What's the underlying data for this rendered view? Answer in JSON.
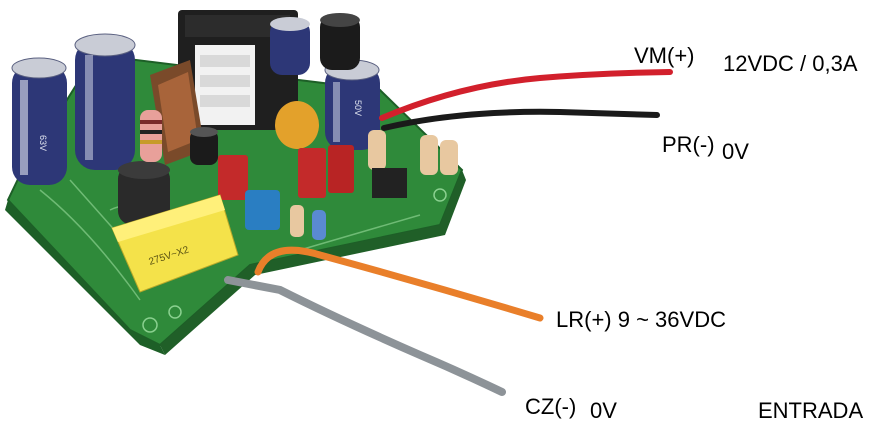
{
  "labels": {
    "vm_plus": "VM(+)",
    "output_spec": "12VDC / 0,3A",
    "pr_minus": "PR(-)",
    "output_zero": "0V",
    "lr_plus": "LR(+) 9 ~ 36VDC",
    "cz_minus": "CZ(-)",
    "input_zero": "0V",
    "entrada": "ENTRADA"
  },
  "component_markings": {
    "capacitor_left": "63V",
    "capacitor_mid": "50V",
    "x_capacitor": "275V~X2"
  },
  "colors": {
    "pcb": "#2f8a3a",
    "wire_red": "#d2202c",
    "wire_black": "#1a1a1a",
    "wire_orange": "#e97f2a",
    "wire_gray": "#8d9398",
    "x_capacitor": "#f4e24a",
    "transformer": "#1f1f1f"
  }
}
